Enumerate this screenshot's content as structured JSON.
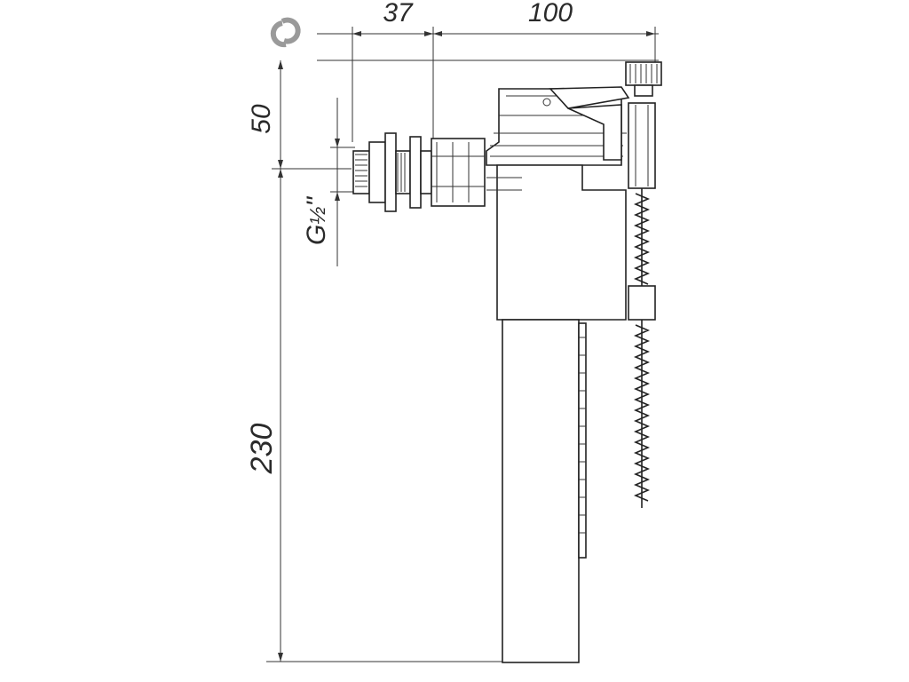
{
  "dimensions": {
    "width_37": "37",
    "width_100": "100",
    "height_50": "50",
    "height_230": "230",
    "thread_g": "G",
    "thread_frac": "½",
    "thread_inch": "\""
  },
  "icons": {
    "logo": "chain-link-logo-icon"
  },
  "colors": {
    "line": "#222222",
    "logo": "#9a9a9a",
    "text": "#2a2a2a"
  }
}
